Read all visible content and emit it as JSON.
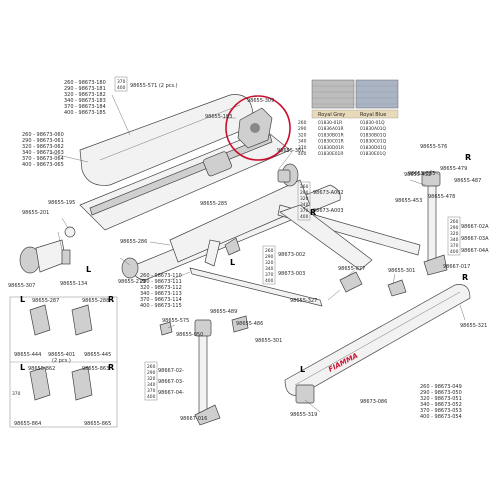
{
  "labels": {
    "l1": "260 - 98673-180",
    "l2": "290 - 98673-181",
    "l3": "320 - 98673-182",
    "l4": "340 - 98673-183",
    "l5": "370 - 98673-184",
    "l6": "400 - 98673-185",
    "l7": "370",
    "l8": "400",
    "l9": "98655-571 (2 pcs.)",
    "l10": "98655-309",
    "l11": "98655-183",
    "l12": "98655-381",
    "l13": "260 - 98673-060",
    "l14": "290 - 98673-061",
    "l15": "320 - 98673-062",
    "l16": "340 - 98673-063",
    "l17": "370 - 98673-064",
    "l18": "400 - 98673-065",
    "l19": "98655-195",
    "l20": "98655-201",
    "l21": "98655-286",
    "l22": "98655-279",
    "l23": "98655-285",
    "l24": "98655-134",
    "l25": "98655-307",
    "l26": "260 - 98673-110",
    "l27": "290 - 98673-111",
    "l28": "320 - 98673-112",
    "l29": "340 - 98673-113",
    "l30": "370 - 98673-114",
    "l31": "400 - 98673-115",
    "l32": "98655-575",
    "l33": "98655-489",
    "l34": "98655-486",
    "l35": "98655-050",
    "l36": "98667-02-",
    "l37": "98667-03-",
    "l38": "98667-04-",
    "l39": "98667-016",
    "l40": "98655-287",
    "l41": "98655-288",
    "l42": "98655-444",
    "l43": "98655-401",
    "l44": "(2 pcs.)",
    "l45": "98655-445",
    "l46": "98655-862",
    "l47": "98655-863",
    "l48": "98655-864",
    "l49": "98655-865",
    "l50": "98673-002",
    "l51": "98673-003",
    "l52": "98655-877",
    "l53": "98655-301",
    "l54": "98655-327",
    "l55": "98673-A002",
    "l56": "98673-A003",
    "l57": "98655-452",
    "l58": "98655-479",
    "l59": "98655-576",
    "l60": "98655-487",
    "l61": "98667-02A",
    "l62": "98667-03A",
    "l63": "98667-04A",
    "l64": "98667-017",
    "l65": "98655-321",
    "l66": "98673-086",
    "l67": "260 - 98673-049",
    "l68": "290 - 98673-050",
    "l69": "320 - 98673-051",
    "l70": "340 - 98673-052",
    "l71": "370 - 98673-053",
    "l72": "400 - 98673-054",
    "l73": "98655-319",
    "l74": "98655-478",
    "l75": "98655-383",
    "l76": "98655-453",
    "l77": "370",
    "l78": "FIAMMA"
  },
  "sizes": [
    "260",
    "290",
    "320",
    "340",
    "370",
    "400"
  ],
  "side_markers": {
    "left": "L",
    "right": "R"
  },
  "fabric_table": {
    "columns": [
      "Royal Grey",
      "Royal Blue"
    ],
    "rows": [
      [
        "260",
        "01830-01R",
        "01830-01Q"
      ],
      [
        "290",
        "01836A01R",
        "01830A01Q"
      ],
      [
        "320",
        "01830B01R",
        "01830B01Q"
      ],
      [
        "340",
        "01830C01R",
        "01830C01Q"
      ],
      [
        "370",
        "01830D01R",
        "01830D01Q"
      ],
      [
        "400",
        "01830E01R",
        "01830E01Q"
      ]
    ]
  },
  "colors": {
    "highlight": "#c8102e",
    "brand": "#c8102e"
  }
}
